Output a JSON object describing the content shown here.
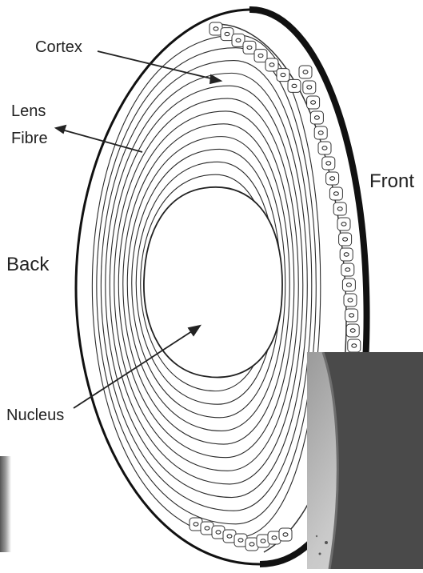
{
  "labels": {
    "cortex": "Cortex",
    "lens_fibre_line1": "Lens",
    "lens_fibre_line2": "Fibre",
    "front": "Front",
    "back": "Back",
    "nucleus": "Nucleus"
  },
  "colors": {
    "outline": "#111111",
    "fibre_line": "#2a2a2a",
    "text": "#222222",
    "micrograph_dark": "#4a4a4a",
    "micrograph_light": "#cfcfcf"
  }
}
